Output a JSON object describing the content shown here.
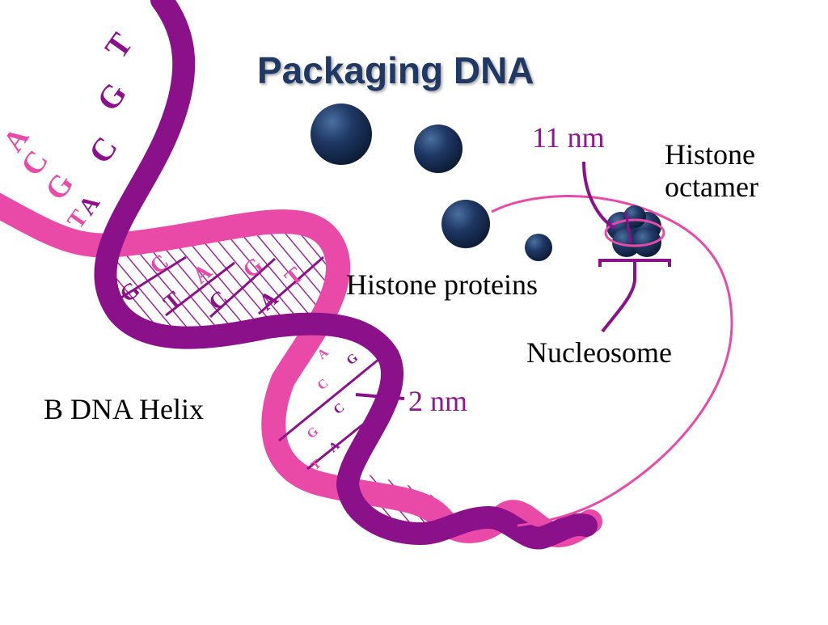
{
  "title": "Packaging DNA",
  "labels": {
    "histone_proteins": "Histone proteins",
    "histone_octamer_line1": "Histone",
    "histone_octamer_line2": "octamer",
    "nucleosome": "Nucleosome",
    "b_dna_helix": "B DNA Helix",
    "width_11nm": "11 nm",
    "width_2nm": "2 nm"
  },
  "bases": {
    "top_strand_right": [
      "T",
      "G",
      "C"
    ],
    "top_strand_left": [
      "A",
      "C",
      "G",
      "T",
      "A"
    ],
    "middle_pairs": [
      {
        "a": "G",
        "b": "C"
      },
      {
        "a": "T",
        "b": "A"
      },
      {
        "a": "C",
        "b": "G"
      },
      {
        "a": "A",
        "b": "T"
      }
    ],
    "small_pairs": [
      {
        "a": "A",
        "b": "T"
      },
      {
        "a": "C",
        "b": "G"
      },
      {
        "a": "G",
        "b": "C"
      },
      {
        "a": "T",
        "b": "A"
      }
    ]
  },
  "colors": {
    "title": "#1f3864",
    "purple_strand": "#8b118b",
    "pink_strand": "#e94aa8",
    "histone_ball": "#1f3864",
    "label_purple": "#8b1a8b"
  }
}
